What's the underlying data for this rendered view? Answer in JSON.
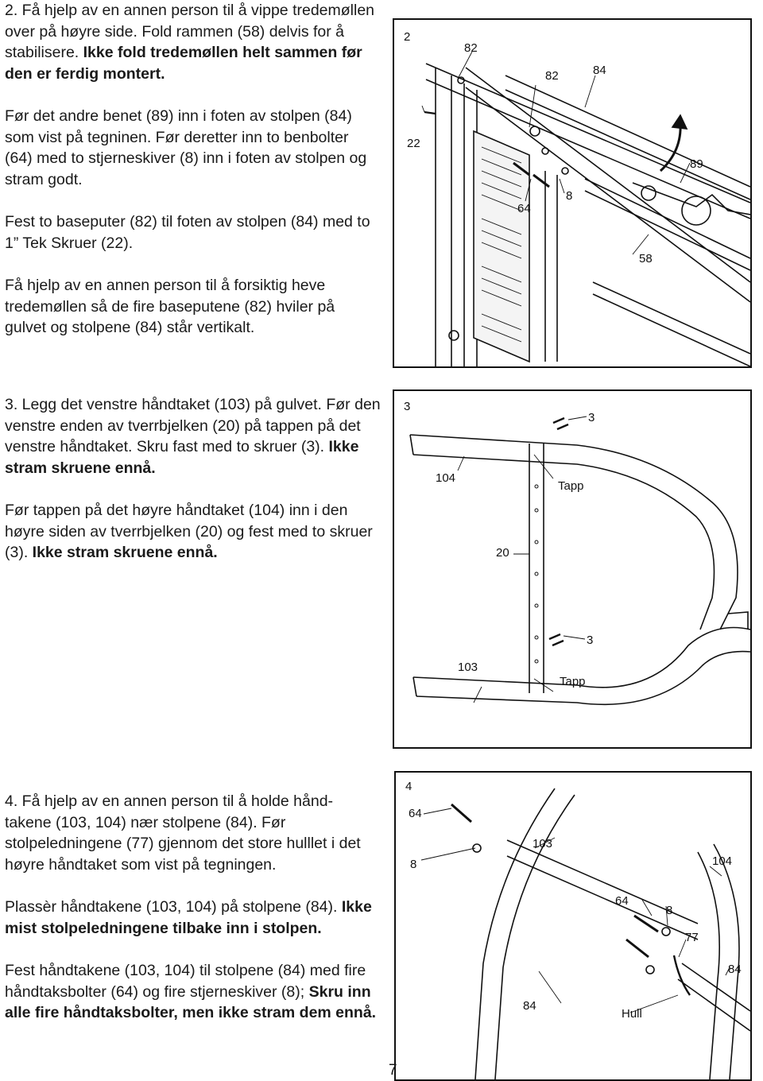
{
  "step2": {
    "p1_a": "2. Få hjelp av en annen person til å vippe tredemøllen over på høyre side. Fold rammen (58) delvis for å stabilisere.",
    "p1_b": "Ikke fold tredemøllen helt sammen før den er ferdig montert.",
    "p2": "Før det andre benet (89) inn i foten av stolpen (84) som vist på tegninen. Før deretter inn to benbolter (64) med to stjerneskiver (8) inn i foten av stolpen og stram godt.",
    "p3": "Fest to baseputer (82) til foten av stolpen (84) med to 1” Tek Skruer (22).",
    "p4": "Få hjelp av en annen person til å forsiktig heve tredemøllen så de fire baseputene (82) hviler på gulvet og stolpene (84) står vertikalt."
  },
  "step3": {
    "p1": "3. Legg det venstre håndtaket (103) på gulvet. Før den venstre enden av tverrbjelken (20) på tappen på det venstre håndtaket. Skru fast med to skruer (3).",
    "p1_b": "Ikke stram skruene ennå.",
    "p2": "Før tappen på det høyre håndtaket (104) inn i den høyre siden av tverrbjelken (20) og fest med to skruer (3).",
    "p2_b": "Ikke stram skruene ennå."
  },
  "step4": {
    "p1": "4. Få hjelp av en annen person til å holde hånd-takene (103, 104) nær stolpene (84). Før stolpeledningene (77) gjennom det store hulllet i det høyre håndtaket som vist på tegningen.",
    "p2": "Plassèr håndtakene (103, 104) på stolpene (84).",
    "p2_b": "Ikke mist stolpeledningene tilbake inn i stolpen.",
    "p3": "Fest håndtakene (103, 104) til stolpene (84) med fire håndtaksbolter (64) og fire stjerneskiver (8);",
    "p3_b": "Skru inn alle fire håndtaksbolter, men ikke stram dem ennå."
  },
  "figure2": {
    "step": "2",
    "l82a": "82",
    "l82b": "82",
    "l84": "84",
    "l22": "22",
    "l89": "89",
    "l64": "64",
    "l8": "8",
    "l58": "58"
  },
  "figure3": {
    "step": "3",
    "l3a": "3",
    "l104": "104",
    "ltapp1": "Tapp",
    "l20": "20",
    "l3b": "3",
    "l103": "103",
    "ltapp2": "Tapp"
  },
  "figure4": {
    "step": "4",
    "l64a": "64",
    "l8a": "8",
    "l103": "103",
    "l104": "104",
    "l64b": "64",
    "l8b": "8",
    "l77": "77",
    "l84a": "84",
    "l84b": "84",
    "lhull": "Hull"
  },
  "page_number": "7"
}
